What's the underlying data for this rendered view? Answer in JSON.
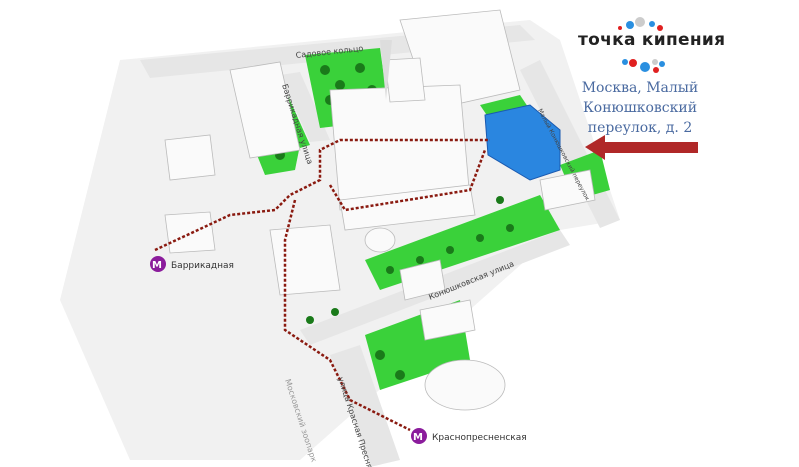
{
  "logo": {
    "text": "точка кипения",
    "dot_colors": [
      "#2a8fe0",
      "#e02020",
      "#cccccc"
    ]
  },
  "address": [
    "Москва, Малый",
    "Конюшковский",
    "переулок, д. 2"
  ],
  "streets": {
    "sadovoe": "Садовое кольцо",
    "barrikadnaya_st": "Баррикадная улица",
    "maly_konyushkovsky": "Малый Конюшковский переулок",
    "konyushkovskaya": "Конюшковская улица",
    "krasnaya_presnya": "улица Красная Пресня",
    "zoo": "Московский зоопарк"
  },
  "metro": [
    {
      "name": "Баррикадная",
      "icon": "metro-icon"
    },
    {
      "name": "Краснопресненская",
      "icon": "metro-icon"
    }
  ],
  "colors": {
    "target": "#2a86e0",
    "green": "#3ad13a",
    "arrow": "#b02828",
    "route": "#8a1a10",
    "metro": "#8b1c9c"
  }
}
